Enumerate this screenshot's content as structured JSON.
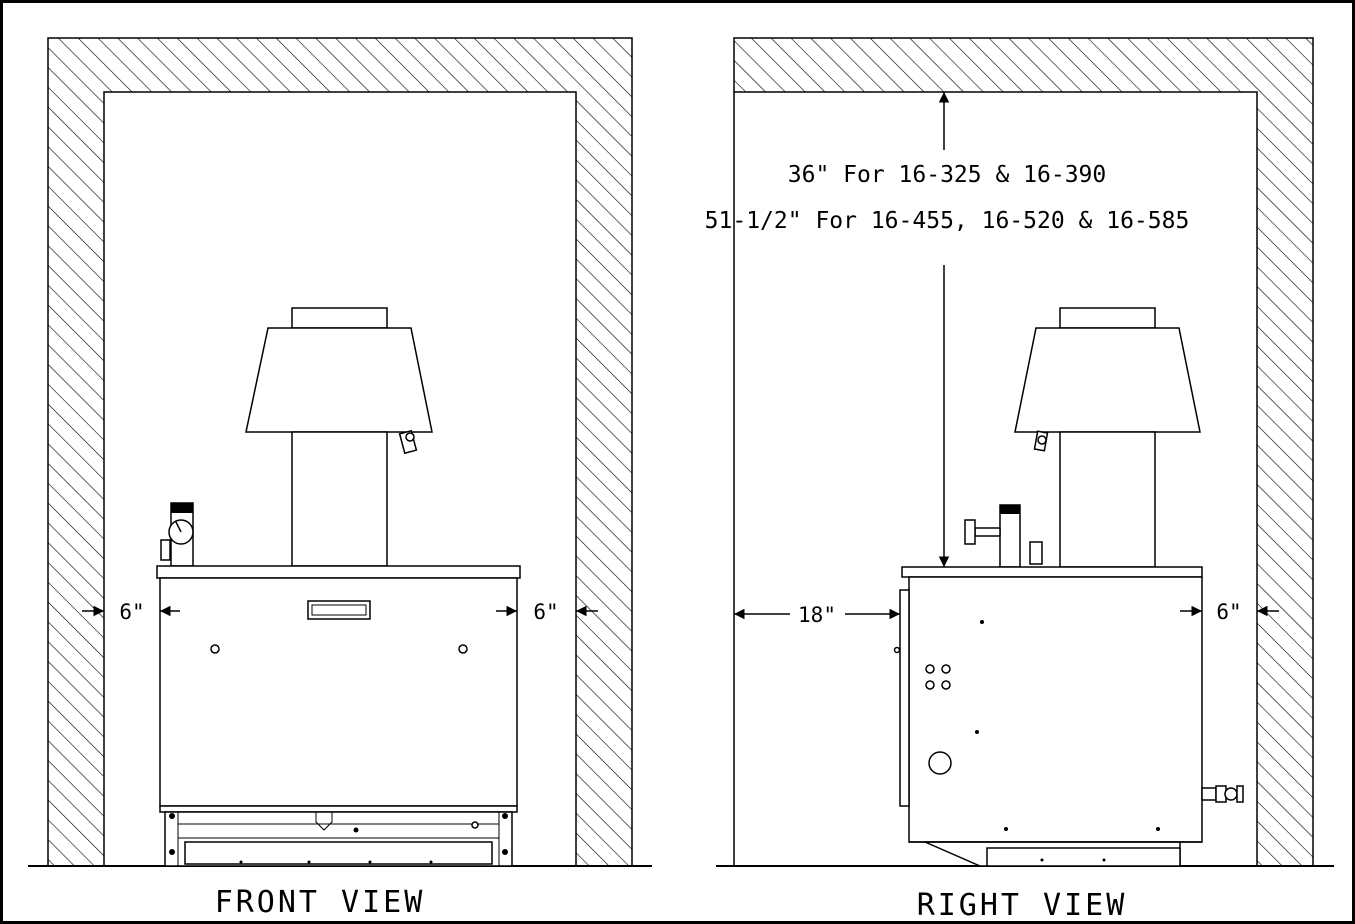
{
  "front": {
    "title": "FRONT VIEW",
    "left_clearance": "6\"",
    "right_clearance": "6\""
  },
  "right": {
    "title": "RIGHT VIEW",
    "top_clearance_line1": "36\" For 16-325 & 16-390",
    "top_clearance_line2": "51-1/2\" For 16-455, 16-520 & 16-585",
    "left_clearance": "18\"",
    "right_clearance": "6\""
  }
}
